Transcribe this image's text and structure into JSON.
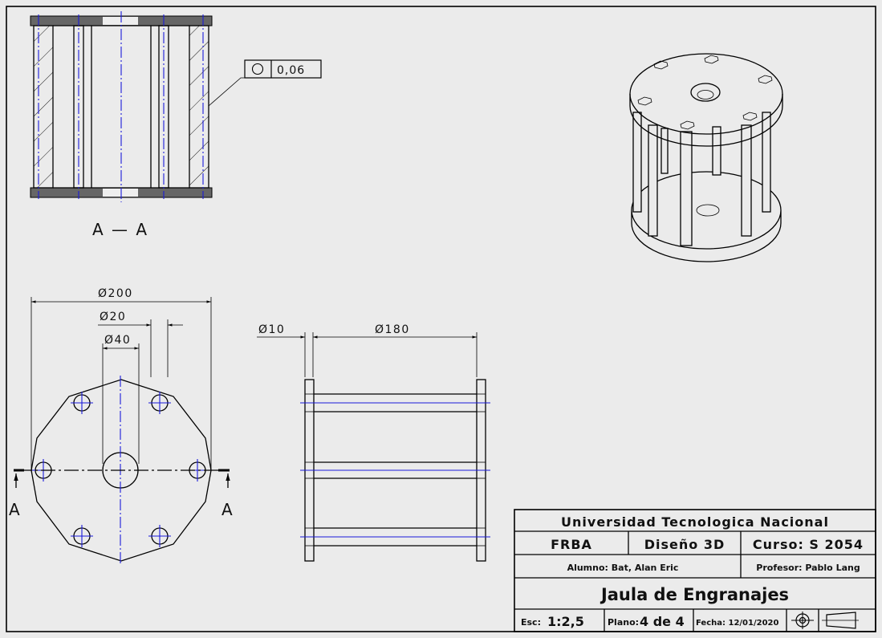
{
  "section": {
    "label": "A — A",
    "tolerance_value": "0,06"
  },
  "dimensions": {
    "d200": "Ø200",
    "d20": "Ø20",
    "d40": "Ø40",
    "d10": "Ø10",
    "d180": "Ø180",
    "cut_left": "A",
    "cut_right": "A"
  },
  "title_block": {
    "university": "Universidad Tecnologica Nacional",
    "faculty": "FRBA",
    "subject": "Diseño 3D",
    "course": "Curso: S 2054",
    "student": "Alumno: Bat, Alan Eric",
    "professor": "Profesor: Pablo Lang",
    "title": "Jaula de Engranajes",
    "scale_label": "Esc:",
    "scale_value": "1:2,5",
    "sheet_label": "Plano:",
    "sheet_value": "4 de 4",
    "date": "Fecha: 12/01/2020"
  },
  "colors": {
    "centerline": "#1a1adb",
    "background": "#ebebeb",
    "line": "#000000"
  }
}
